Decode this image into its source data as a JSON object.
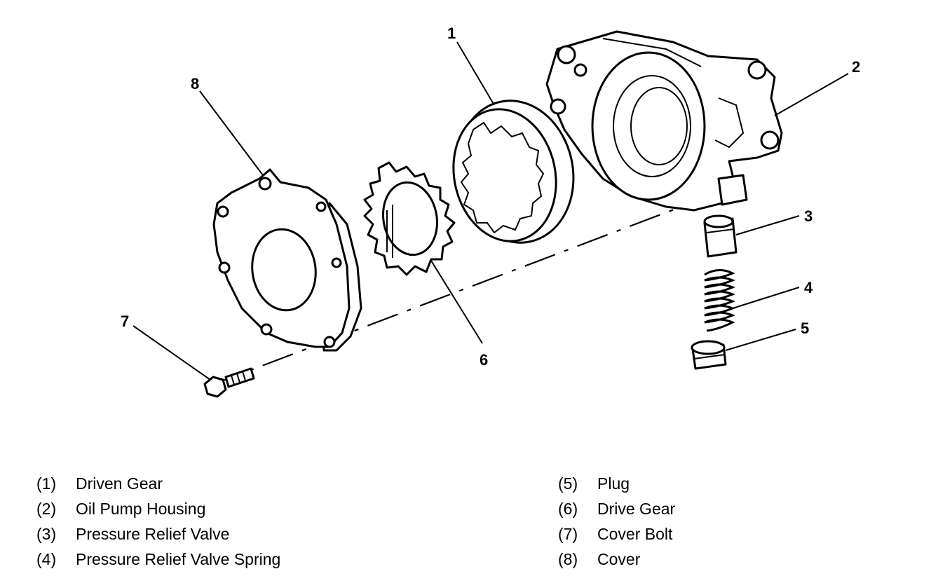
{
  "callouts": {
    "c1": "1",
    "c2": "2",
    "c3": "3",
    "c4": "4",
    "c5": "5",
    "c6": "6",
    "c7": "7",
    "c8": "8"
  },
  "legend": [
    {
      "num": "(1)",
      "text": "Driven Gear"
    },
    {
      "num": "(2)",
      "text": "Oil Pump Housing"
    },
    {
      "num": "(3)",
      "text": "Pressure Relief Valve"
    },
    {
      "num": "(4)",
      "text": "Pressure Relief Valve Spring"
    },
    {
      "num": "(5)",
      "text": "Plug"
    },
    {
      "num": "(6)",
      "text": "Drive Gear"
    },
    {
      "num": "(7)",
      "text": "Cover Bolt"
    },
    {
      "num": "(8)",
      "text": "Cover"
    }
  ]
}
